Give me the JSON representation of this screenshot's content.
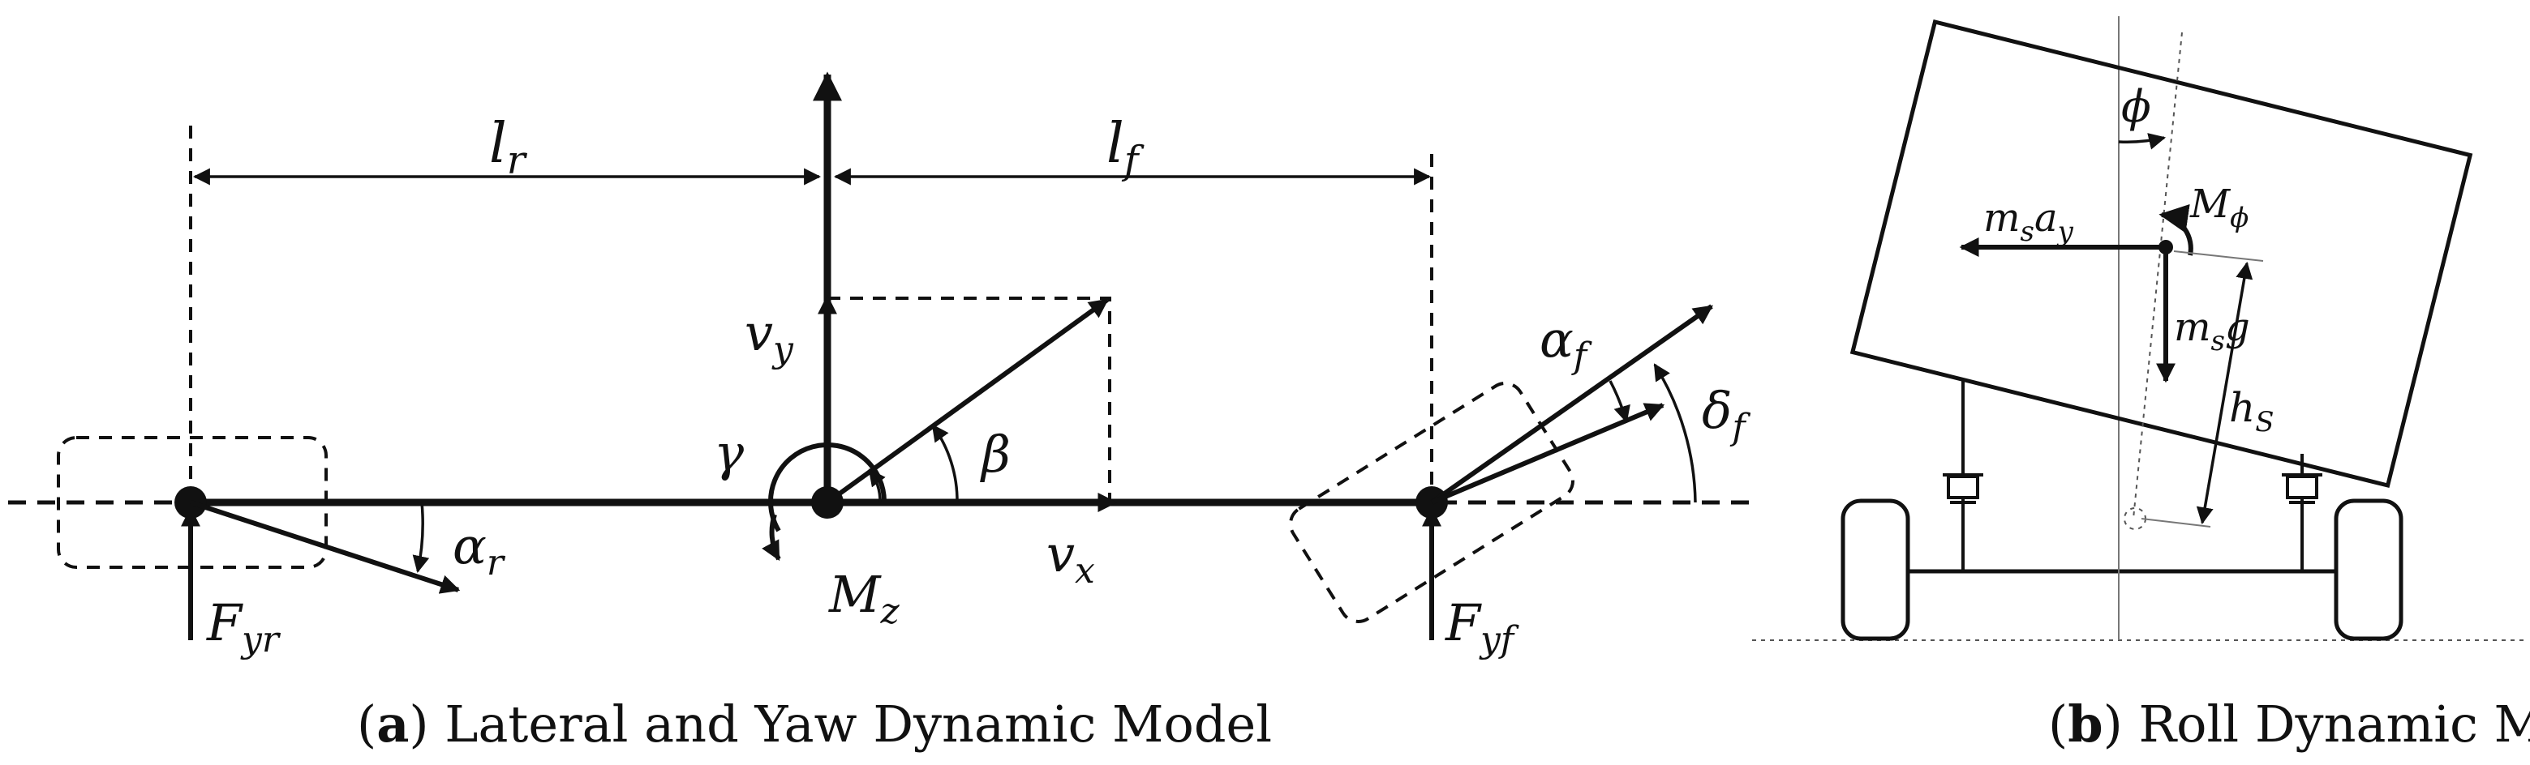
{
  "panel_a": {
    "caption_label": "a",
    "caption_text": "Lateral and Yaw Dynamic Model",
    "labels": {
      "lr": [
        "l",
        "r"
      ],
      "lf": [
        "l",
        "f"
      ],
      "vy": [
        "v",
        "y"
      ],
      "vx": [
        "v",
        "x"
      ],
      "gamma": "γ",
      "beta": "β",
      "Mz": [
        "M",
        "z"
      ],
      "alpha_r": [
        "α",
        "r"
      ],
      "alpha_f": [
        "α",
        "f"
      ],
      "delta_f": [
        "δ",
        "f"
      ],
      "Fyr": [
        "F",
        "yr"
      ],
      "Fyf": [
        "F",
        "yf"
      ]
    }
  },
  "panel_b": {
    "caption_label": "b",
    "caption_text": "Roll Dynamic Model",
    "labels": {
      "phi": "ϕ",
      "Mphi": [
        "M",
        "ϕ"
      ],
      "msay": [
        "m",
        "s",
        "a",
        "y"
      ],
      "msg": [
        "m",
        "s",
        "g"
      ],
      "hs": [
        "h",
        "S"
      ]
    }
  }
}
